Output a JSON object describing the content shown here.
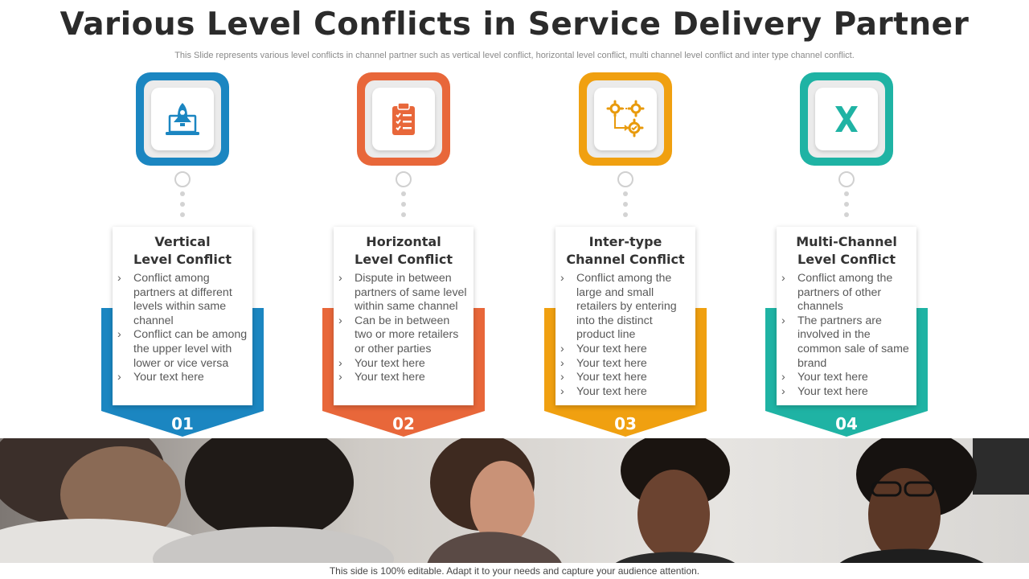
{
  "header": {
    "title": "Various Level Conflicts in Service Delivery Partner",
    "subtitle": "This Slide represents various level conflicts in channel partner such as vertical level conflict, horizontal level conflict, multi channel level conflict and inter type  channel conflict."
  },
  "columns": [
    {
      "number": "01",
      "title_line1": "Vertical",
      "title_line2": "Level Conflict",
      "color": "#1B86C1",
      "icon": "rocket-laptop-icon",
      "items": [
        "Conflict among partners at different levels within same channel",
        "Conflict can be among the upper level with lower or vice versa",
        "Your text here"
      ]
    },
    {
      "number": "02",
      "title_line1": "Horizontal",
      "title_line2": "Level Conflict",
      "color": "#E8673A",
      "icon": "clipboard-checklist-icon",
      "items": [
        "Dispute in between partners of same level within same channel",
        "Can be in between two or more retailers or other parties",
        "Your text here",
        "Your text here"
      ]
    },
    {
      "number": "03",
      "title_line1": "Inter-type",
      "title_line2": "Channel Conflict",
      "color": "#F0A010",
      "icon": "gears-workflow-icon",
      "items": [
        "Conflict among the large and small retailers by entering into the distinct product line",
        "Your text here",
        "Your text here",
        "Your text here",
        "Your text here"
      ]
    },
    {
      "number": "04",
      "title_line1": "Multi-Channel",
      "title_line2": "Level Conflict",
      "color": "#1FB3A4",
      "icon": "x-mark-icon",
      "items": [
        "Conflict among the partners of other channels",
        "The partners are involved  in the common sale of same brand",
        "Your text here",
        "Your text here"
      ]
    }
  ],
  "footer": {
    "text": "This side is 100% editable. Adapt it to your needs and capture your audience attention."
  }
}
